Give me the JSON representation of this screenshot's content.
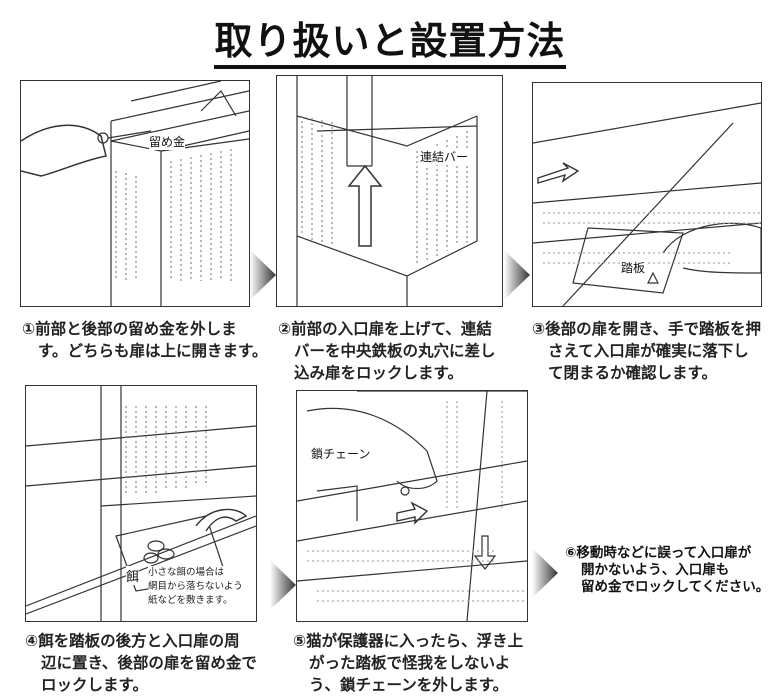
{
  "title": "取り扱いと設置方法",
  "steps": [
    {
      "caption_lines": [
        "①前部と後部の留め金を外しま",
        "す。どちらも扉は上に開きます。"
      ],
      "label": "留め金"
    },
    {
      "caption_lines": [
        "②前部の入口扉を上げて、連結",
        "バーを中央鉄板の丸穴に差し",
        "込み扉をロックします。"
      ],
      "label": "連結バー"
    },
    {
      "caption_lines": [
        "③後部の扉を開き、手で踏板を押",
        "さえて入口扉が確実に落下し",
        "て閉まるか確認します。"
      ],
      "label": "踏板"
    },
    {
      "caption_lines": [
        "④餌を踏板の後方と入口扉の周",
        "辺に置き、後部の扉を留め金で",
        "ロックします。"
      ],
      "label": "餌",
      "note_lines": [
        "小さな餌の場合は",
        "網目から落ちないよう",
        "紙などを敷きます。"
      ]
    },
    {
      "caption_lines": [
        "⑤猫が保護器に入ったら、浮き上",
        "がった踏板で怪我をしないよ",
        "う、鎖チェーンを外します。"
      ],
      "label": "鎖チェーン"
    }
  ],
  "step6_lines": [
    "⑥移動時などに誤って入口扉が",
    "開かないよう、入口扉も",
    "留め金でロックしてください。"
  ]
}
